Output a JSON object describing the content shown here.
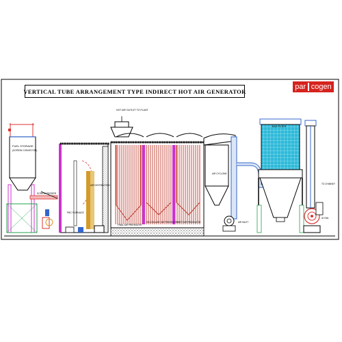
{
  "title": "VERTICAL TUBE ARRANGEMENT TYPE INDIRECT HOT AIR GENERATOR",
  "logo": {
    "left": "par",
    "right": "cogen",
    "color": "#d6231e"
  },
  "labels": {
    "fuel_storage": "FUEL STORAGE",
    "fuel_storage_sub": "(SCREW CONVEYOR)",
    "screw_feeder": "SCREW FEEDER",
    "fbc_furnace": "FBC FURNACE",
    "air_distribution": "AIR DISTRIBUTION",
    "hot_air_outlet": "HOT AIR OUTLET TO PLANT",
    "final_air_preheater": "FINAL AIR PREHEATER",
    "secondary_air_preheater": "SECONDARY AIR PREHEATER",
    "first_air_preheater": "FIRST AIR PREHEATER",
    "air_inlet": "AIR INLET",
    "cyclone": "AIR CYCLONE",
    "bag_filter": "BAG FILTER",
    "id_fan": "ID FAN",
    "to_chimney": "TO CHIMNEY"
  },
  "colors": {
    "outline": "#000000",
    "tubes": "#c0392b",
    "structure": "#cc33cc",
    "ducting": "#3366cc",
    "fill_cyan": "#22b7d6",
    "fuel": "#d49a2a"
  }
}
